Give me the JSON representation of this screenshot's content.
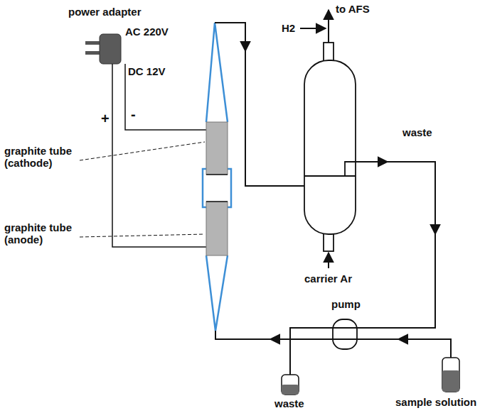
{
  "diagram": {
    "labels": [
      "power adapter",
      "AC 220V",
      "DC 12V",
      "+",
      "-",
      "graphite tube (cathode)",
      "graphite tube (anode)",
      "H2",
      "to AFS",
      "waste",
      "carrier Ar",
      "pump",
      "waste",
      "sample solution"
    ]
  }
}
